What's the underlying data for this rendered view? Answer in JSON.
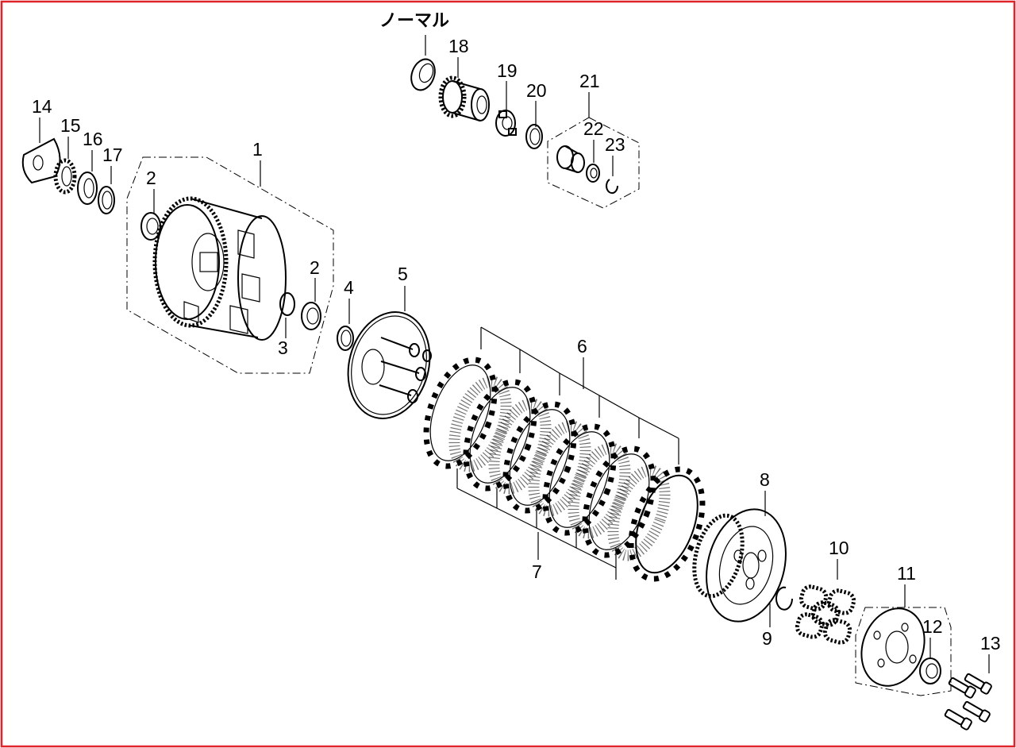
{
  "diagram": {
    "note_label": "ノーマル",
    "border_color": "#e0242c",
    "parts": [
      {
        "id": "1",
        "label": "1"
      },
      {
        "id": "2a",
        "label": "2"
      },
      {
        "id": "2b",
        "label": "2"
      },
      {
        "id": "3",
        "label": "3"
      },
      {
        "id": "4",
        "label": "4"
      },
      {
        "id": "5",
        "label": "5"
      },
      {
        "id": "6",
        "label": "6"
      },
      {
        "id": "7",
        "label": "7"
      },
      {
        "id": "8",
        "label": "8"
      },
      {
        "id": "9",
        "label": "9"
      },
      {
        "id": "10",
        "label": "10"
      },
      {
        "id": "11",
        "label": "11"
      },
      {
        "id": "12",
        "label": "12"
      },
      {
        "id": "13",
        "label": "13"
      },
      {
        "id": "14",
        "label": "14"
      },
      {
        "id": "15",
        "label": "15"
      },
      {
        "id": "16",
        "label": "16"
      },
      {
        "id": "17",
        "label": "17"
      },
      {
        "id": "18",
        "label": "18"
      },
      {
        "id": "19",
        "label": "19"
      },
      {
        "id": "20",
        "label": "20"
      },
      {
        "id": "21",
        "label": "21"
      },
      {
        "id": "22",
        "label": "22"
      },
      {
        "id": "23",
        "label": "23"
      }
    ]
  }
}
